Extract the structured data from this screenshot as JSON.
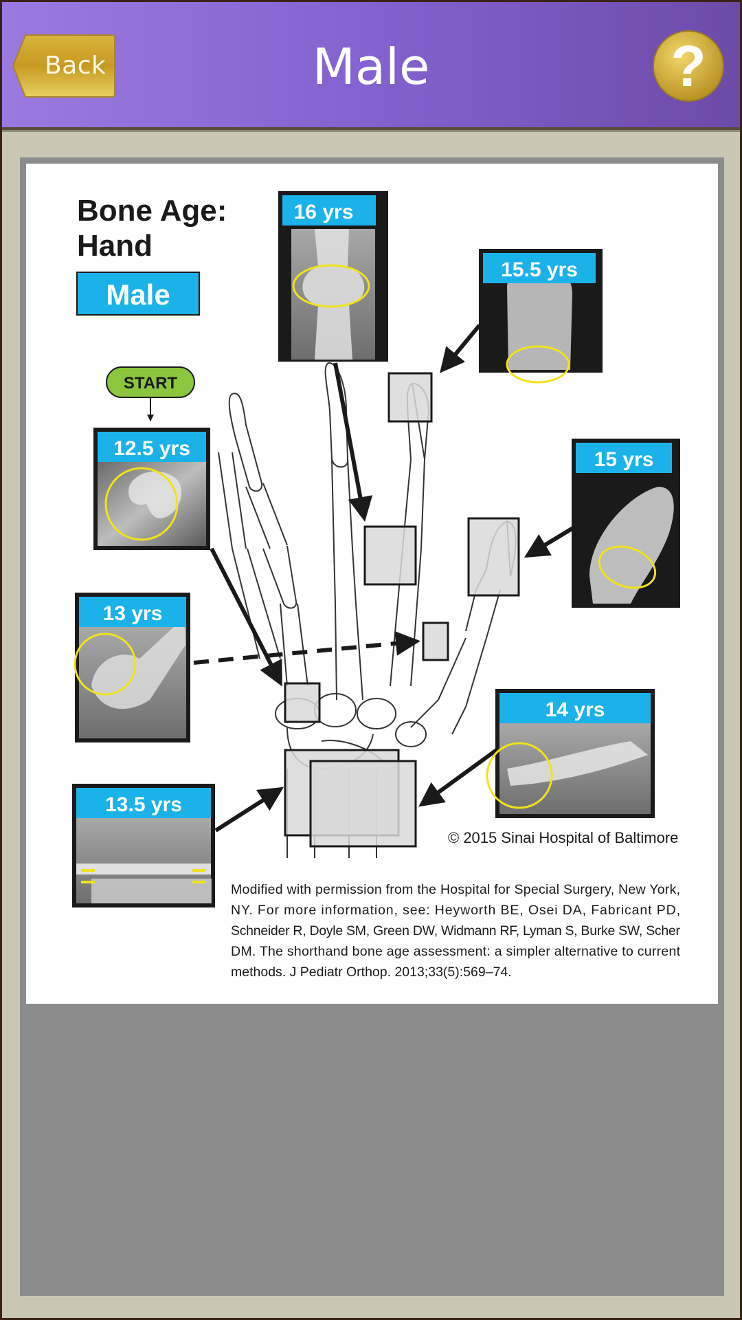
{
  "header": {
    "back_label": "Back",
    "title": "Male",
    "help_label": "?"
  },
  "figure": {
    "title_line1": "Bone Age:",
    "title_line2": "Hand",
    "sex_badge": "Male",
    "start_label": "START",
    "stages": [
      "12.5 yrs",
      "13 yrs",
      "13.5 yrs",
      "14 yrs",
      "15 yrs",
      "15.5 yrs",
      "16 yrs"
    ],
    "copyright": "© 2015 Sinai Hospital of Baltimore",
    "citation_lines": [
      "Modified with permission from the Hospital for Special Surgery, New York,",
      "NY. For more information, see: Heyworth BE, Osei DA, Fabricant PD,",
      "Schneider R, Doyle SM, Green DW, Widmann RF, Lyman S, Burke SW, Scher",
      "DM. The shorthand bone age assessment: a simpler alternative to current",
      "methods. J Pediatr Orthop. 2013;33(5):569–74."
    ]
  },
  "colors": {
    "header_left": "#9a7ae0",
    "header_right": "#6c4ba8",
    "gold": "#e7c24a",
    "stage_label": "#1ab2e8",
    "highlight_ring": "#f2e21a",
    "start_green": "#8cc63f"
  }
}
